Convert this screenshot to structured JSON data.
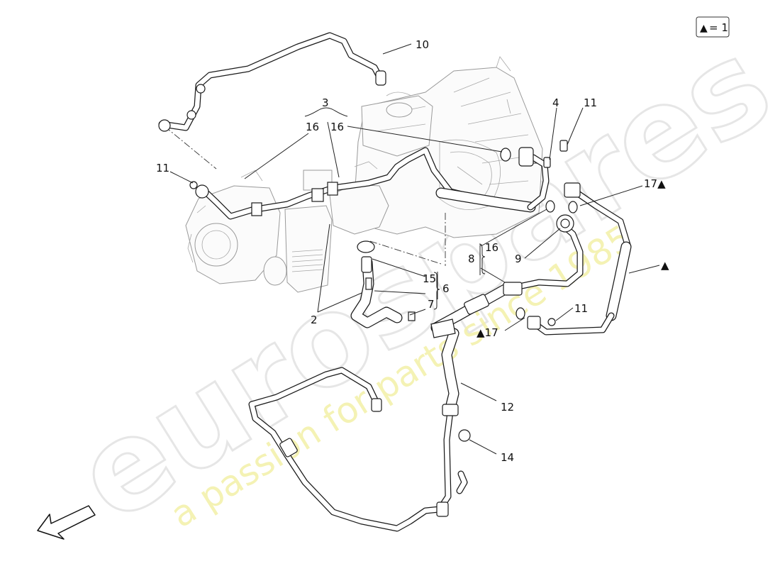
{
  "legend": {
    "symbol": "▲",
    "text": "= 1"
  },
  "callouts": [
    {
      "id": "c10",
      "text": "10"
    },
    {
      "id": "c3",
      "text": "3"
    },
    {
      "id": "c16a",
      "text": "16"
    },
    {
      "id": "c16b",
      "text": "16"
    },
    {
      "id": "c4",
      "text": "4"
    },
    {
      "id": "c11a",
      "text": "11"
    },
    {
      "id": "c11b",
      "text": "11"
    },
    {
      "id": "c17a",
      "text": "17▲"
    },
    {
      "id": "c16c",
      "text": "16"
    },
    {
      "id": "c8",
      "text": "8"
    },
    {
      "id": "c9",
      "text": "9"
    },
    {
      "id": "ctri",
      "text": "▲"
    },
    {
      "id": "c15",
      "text": "15"
    },
    {
      "id": "c6",
      "text": "6"
    },
    {
      "id": "c7",
      "text": "7"
    },
    {
      "id": "c2",
      "text": "2"
    },
    {
      "id": "c11c",
      "text": "11"
    },
    {
      "id": "c17b",
      "text": "▲17"
    },
    {
      "id": "c12",
      "text": "12"
    },
    {
      "id": "c14",
      "text": "14"
    }
  ],
  "watermark": {
    "logo": "eurospares",
    "tagline": "a passion for parts since 1985"
  },
  "icons": {
    "legend_marker": "triangle-icon",
    "direction_arrow": "front-direction-arrow-icon"
  }
}
